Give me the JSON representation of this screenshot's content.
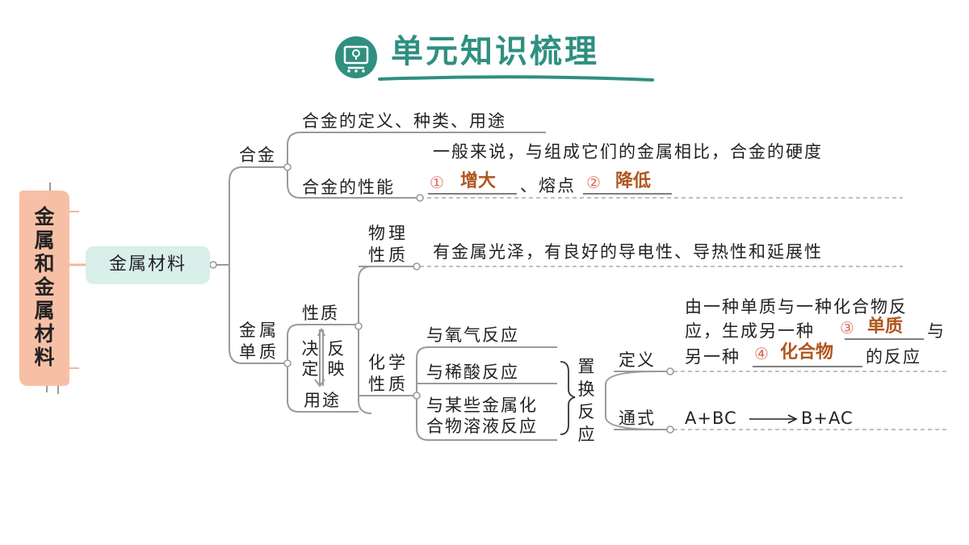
{
  "header": {
    "title": "单元知识梳理",
    "icon": "presentation-board-icon",
    "accent": "#2f8f80"
  },
  "root": {
    "label": "金属和金属材料",
    "color": "#f7c0a6"
  },
  "metal_materials": {
    "label": "金属材料",
    "color": "#d8efea"
  },
  "alloy": {
    "label": "合金",
    "definition": "合金的定义、种类、用途",
    "property_label": "合金的性能",
    "property_desc": "一般来说，与组成它们的金属相比，合金的硬度",
    "blank1_num": "①",
    "blank1_answer": "增大",
    "separator": "、熔点",
    "blank2_num": "②",
    "blank2_answer": "降低"
  },
  "pure_metal": {
    "label": "金属单质",
    "properties": "性质",
    "determine": "决定",
    "reflect": "反映",
    "uses": "用途",
    "physical": {
      "label": "物理性质",
      "desc": "有金属光泽，有良好的导电性、导热性和延展性"
    },
    "chemical": {
      "label": "化学性质",
      "items": [
        "与氧气反应",
        "与稀酸反应",
        "与某些金属化",
        "合物溶液反应"
      ]
    }
  },
  "displacement": {
    "label": "置换反应",
    "definition_label": "定义",
    "definition_line1": "由一种单质与一种化合物反",
    "definition_line2_pre": "应，生成另一种",
    "blank3_num": "③",
    "blank3_answer": "单质",
    "definition_line2_post": "与",
    "definition_line3_pre": "另一种",
    "blank4_num": "④",
    "blank4_answer": "化合物",
    "definition_line3_post": "的反应",
    "formula_label": "通式",
    "formula_left": "A+BC",
    "formula_right": "B+AC"
  },
  "colors": {
    "answer": "#b0561f",
    "blank_number": "#e06a5a",
    "lines": "#999999"
  }
}
